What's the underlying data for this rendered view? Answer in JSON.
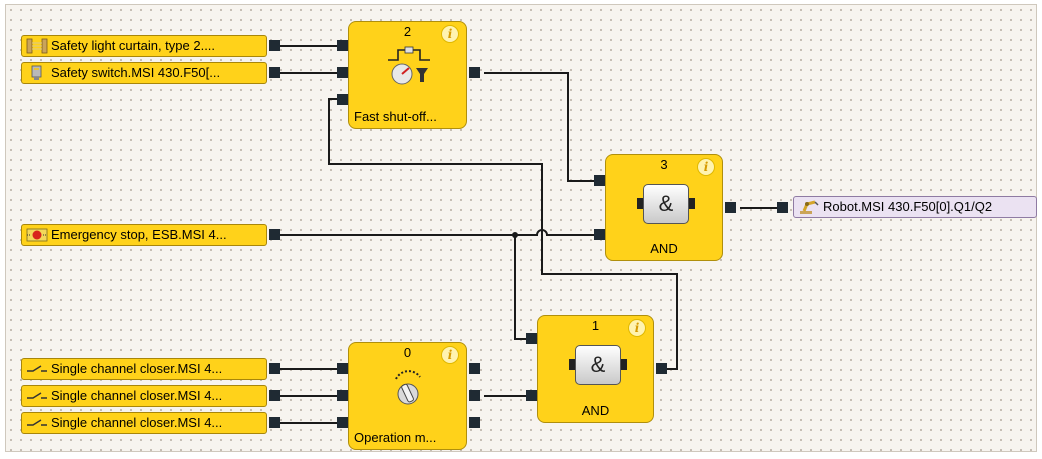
{
  "inputs": [
    {
      "label": "Safety light curtain, type 2....",
      "icon": "light-curtain-icon"
    },
    {
      "label": "Safety switch.MSI 430.F50[...",
      "icon": "safety-switch-icon"
    },
    {
      "label": "Emergency stop, ESB.MSI 4...",
      "icon": "emergency-stop-icon"
    },
    {
      "label": "Single channel closer.MSI 4...",
      "icon": "closer-contact-icon"
    },
    {
      "label": "Single channel closer.MSI 4...",
      "icon": "closer-contact-icon"
    },
    {
      "label": "Single channel closer.MSI 4...",
      "icon": "closer-contact-icon"
    }
  ],
  "output": {
    "label": "Robot.MSI 430.F50[0].Q1/Q2",
    "icon": "robot-icon"
  },
  "blocks": {
    "fast_shutoff": {
      "number": "2",
      "label": "Fast shut-off...",
      "icon": "fast-shutoff-icon"
    },
    "and3": {
      "number": "3",
      "symbol": "&",
      "label": "AND"
    },
    "and1": {
      "number": "1",
      "symbol": "&",
      "label": "AND"
    },
    "operation_mode": {
      "number": "0",
      "label": "Operation m...",
      "icon": "mode-switch-icon"
    }
  },
  "info_glyph": "i",
  "colors": {
    "block": "#ffd21a",
    "output": "#ebe2f2",
    "port": "#1f2a33",
    "grid": "#f7f4ef"
  }
}
